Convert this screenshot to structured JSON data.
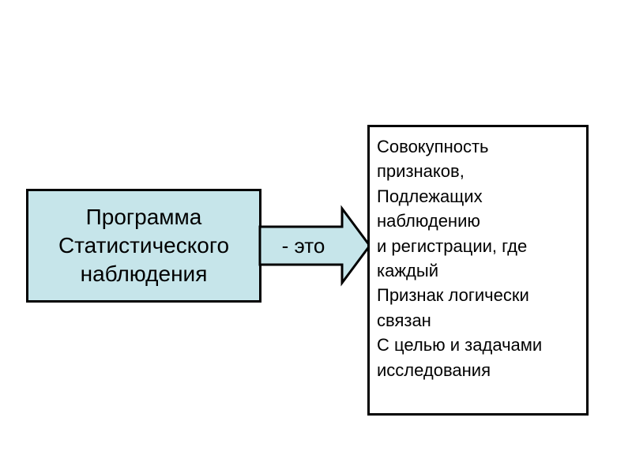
{
  "left_box": {
    "lines": [
      "Программа",
      "Статистического",
      "наблюдения"
    ],
    "fill_color": "#c6e5ea",
    "border_color": "#000000"
  },
  "arrow": {
    "label": "- это",
    "fill_color": "#c6e5ea"
  },
  "right_box": {
    "lines": [
      "Совокупность",
      "признаков,",
      "Подлежащих",
      "наблюдению",
      "и регистрации, где",
      "каждый",
      "Признак логически",
      "связан",
      "С целью и задачами",
      "исследования"
    ],
    "fill_color": "#ffffff",
    "border_color": "#000000"
  }
}
